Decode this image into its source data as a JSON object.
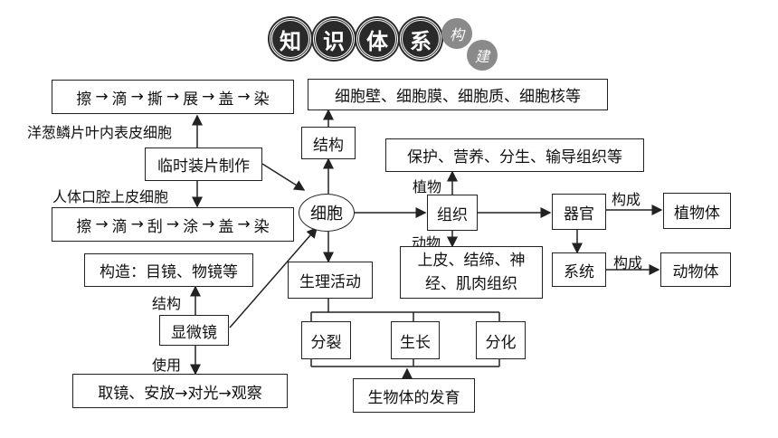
{
  "title": {
    "chars": [
      "知",
      "识",
      "体",
      "系"
    ],
    "badge1": "构",
    "badge2": "建"
  },
  "seq1": {
    "items": [
      "擦",
      "滴",
      "撕",
      "展",
      "盖",
      "染"
    ],
    "arrow": "→"
  },
  "seq2": {
    "items": [
      "擦",
      "滴",
      "刮",
      "涂",
      "盖",
      "染"
    ],
    "arrow": "→"
  },
  "label_onion": "洋葱鳞片叶内表皮细胞",
  "label_human": "人体口腔上皮细胞",
  "temp_slide": "临时装片制作",
  "structure_detail": "构造：目镜、物镜等",
  "label_structure_left": "结构",
  "microscope": "显微镜",
  "label_use": "使用",
  "usage_steps": "取镜、安放→对光→观察",
  "cell_components": "细胞壁、细胞膜、细胞质、细胞核等",
  "structure": "结构",
  "cell": "细胞",
  "life_activity": "生理活动",
  "division": "分裂",
  "growth": "生长",
  "differentiation": "分化",
  "development": "生物体的发育",
  "plant_tissues": "保护、营养、分生、输导组织等",
  "label_plant": "植物",
  "tissue": "组织",
  "label_animal": "动物",
  "animal_tissues": "上皮、结缔、神经、肌肉组织",
  "organ": "器官",
  "label_compose1": "构成",
  "plant_body": "植物体",
  "system": "系统",
  "label_compose2": "构成",
  "animal_body": "动物体"
}
